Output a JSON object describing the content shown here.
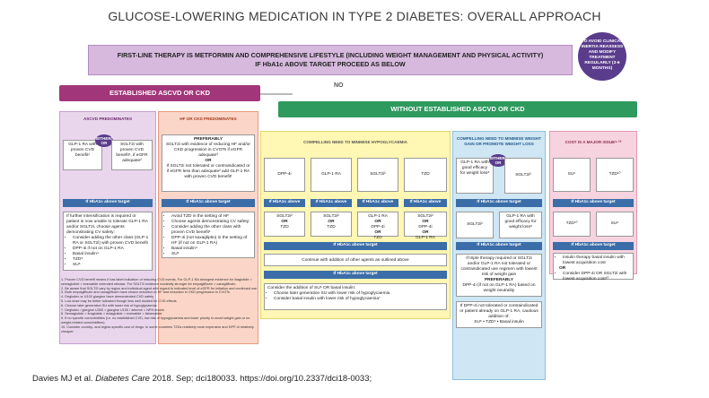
{
  "title": "GLUCOSE-LOWERING MEDICATION IN TYPE 2 DIABETES: OVERALL APPROACH",
  "banner": {
    "line1": "FIRST-LINE THERAPY IS METFORMIN AND COMPREHENSIVE LIFESTYLE (INCLUDING WEIGHT MANAGEMENT AND PHYSICAL ACTIVITY)",
    "line2": "IF HbA1c ABOVE TARGET PROCEED AS BELOW"
  },
  "circle_note": "TO AVOID CLINICAL INERTIA REASSESS AND MODIFY TREATMENT REGULARLY (3-6 MONTHS)",
  "established": "ESTABLISHED ASCVD OR CKD",
  "no_label": "NO",
  "without": "WITHOUT ESTABLISHED ASCVD OR CKD",
  "ascvd": {
    "header": "ASCVD PREDOMINATES",
    "left": "GLP-1 RA with proven CVD benefit¹",
    "either": "EITHER/ OR",
    "right": "SGLT2i with proven CVD benefit¹, if eGFR adequate²",
    "band": "If HbA1c above target",
    "text": "If further intensification is required or patient is now unable to tolerate GLP-1 RA and/or SGLT2i, choose agents demonstrating CV safety:",
    "bullets": [
      "Consider adding the other class (GLP-1 RA or SGLT2i) with proven CVD benefit",
      "DPP-4i if not on GLP-1 RA",
      "Basal insulin⁴",
      "TZD⁵",
      "SU⁶"
    ]
  },
  "hf": {
    "header": "HF OR CKD PREDOMINATES",
    "preferably": "PREFERABLY",
    "text1": "SGLT2i with evidence of reducing HF and/or CKD progression in CVOTs if eGFR adequate³",
    "or": "OR",
    "text2": "If SGLT2i not tolerated or contraindicated or if eGFR less than adequate² add GLP-1 RA with proven CVD benefit¹",
    "band": "If HbA1c above target",
    "bullets": [
      "Avoid TZD in the setting of HF",
      "Choose agents demonstrating CV safety:",
      "Consider adding the other class with proven CVD benefit¹",
      "DPP-4i (not saxagliptin) in the setting of HF (if not on GLP-1 RA)",
      "Basal insulin⁴",
      "SU⁶"
    ]
  },
  "hypo": {
    "header": "COMPELLING NEED TO MINIMISE HYPOGLYCAEMIA",
    "drugs": [
      "DPP-4i",
      "GLP-1 RA",
      "SGLT2i²",
      "TZD"
    ],
    "band": "If HbA1c above target",
    "second": [
      [
        "SGLT2i²",
        "OR",
        "TZD"
      ],
      [
        "SGLT2i²",
        "OR",
        "TZD"
      ],
      [
        "GLP-1 RA",
        "OR",
        "DPP-4i",
        "OR",
        "TZD"
      ],
      [
        "SGLT2i²",
        "OR",
        "DPP-4i",
        "OR",
        "GLP-1 RA"
      ]
    ],
    "continue": "Continue with addition of other agents as outlined above",
    "consider": "Consider the addition of SU⁶ OR basal insulin:",
    "consider_bullets": [
      "Choose later generation SU with lower risk of hypoglycaemia",
      "Consider basal insulin with lower risk of hypoglycaemia⁷"
    ]
  },
  "weight": {
    "header": "COMPELLING NEED TO MINIMISE WEIGHT GAIN OR PROMOTE WEIGHT LOSS",
    "left": "GLP-1 RA with good efficacy for weight loss⁸",
    "either": "EITHER/ OR",
    "right": "SGLT2i²",
    "band": "If HbA1c above target",
    "second_left": "SGLT2i²",
    "second_right": "GLP-1 RA with good efficacy for weight loss⁸",
    "text1": "If triple therapy required or SGLT2i and/or GLP-1 RA not tolerated or contraindicated use regimen with lowest risk of weight gain",
    "preferably": "PREFERABLY",
    "text2": "DPP-4i (if not on GLP-1 RA) based on weight neutrality",
    "text3": "If DPP-4i not tolerated or contraindicated or patient already on GLP-1 RA, cautious addition of:",
    "bullets": [
      "SU⁶ • TZD⁵ • Basal insulin"
    ]
  },
  "cost": {
    "header": "COST IS A MAJOR ISSUE⁹·¹⁰",
    "drugs": [
      "SU⁶",
      "TZD¹⁰"
    ],
    "band": "If HbA1c above target",
    "second": [
      "TZD¹⁰",
      "SU⁶"
    ],
    "bullets": [
      "Insulin therapy basal insulin with lowest acquisition cost",
      "Consider DPP-4i OR SGLT2i with lowest acquisition cost¹⁰"
    ],
    "or": "OR"
  },
  "footnotes": [
    "1. Proven CVD benefit means it has label indication of reducing CVD events. For GLP-1 RA strongest evidence for liraglutide > semaglutide > exenatide extended release. For SGLT2i evidence modestly stronger for empagliflozin > canagliflozin.",
    "2. Be aware that SGLT2i vary by region and individual agent with regard to indicated level of eGFR for initiation and continued use",
    "3. Both empagliflozin and canagliflozin have shown reduction in HF and reduction in CKD progression in CVOTs",
    "4. Degludec or U100 glargine have demonstrated CVD safety",
    "5. Low dose may be better tolerated though less well studied for CVD effects",
    "6. Choose later generation SU with lower risk of hypoglycaemia",
    "7. Degludec / glargine U300 < glargine U100 / detemir < NPH insulin",
    "8. Semaglutide > liraglutide > dulaglutide > exenatide > lixisenatide",
    "9. If no specific comorbidities (i.e. no established CVD, low risk of hypoglycaemia and lower priority to avoid weight gain or no weight-related comorbidities)",
    "10. Consider country- and region-specific cost of drugs. In some countries TZDs relatively more expensive and DPP-4i relatively cheaper"
  ],
  "citation": {
    "prefix": "Davies MJ et al. ",
    "journal": "Diabetes Care",
    "suffix": " 2018. Sep; dci180033. https://doi.org/10.2337/dci18-0033;"
  },
  "colors": {
    "purple_banner": "#d7b9de",
    "magenta_hdr": "#a2367a",
    "green_hdr": "#2e9a5e",
    "blue_band": "#3b6da8"
  }
}
